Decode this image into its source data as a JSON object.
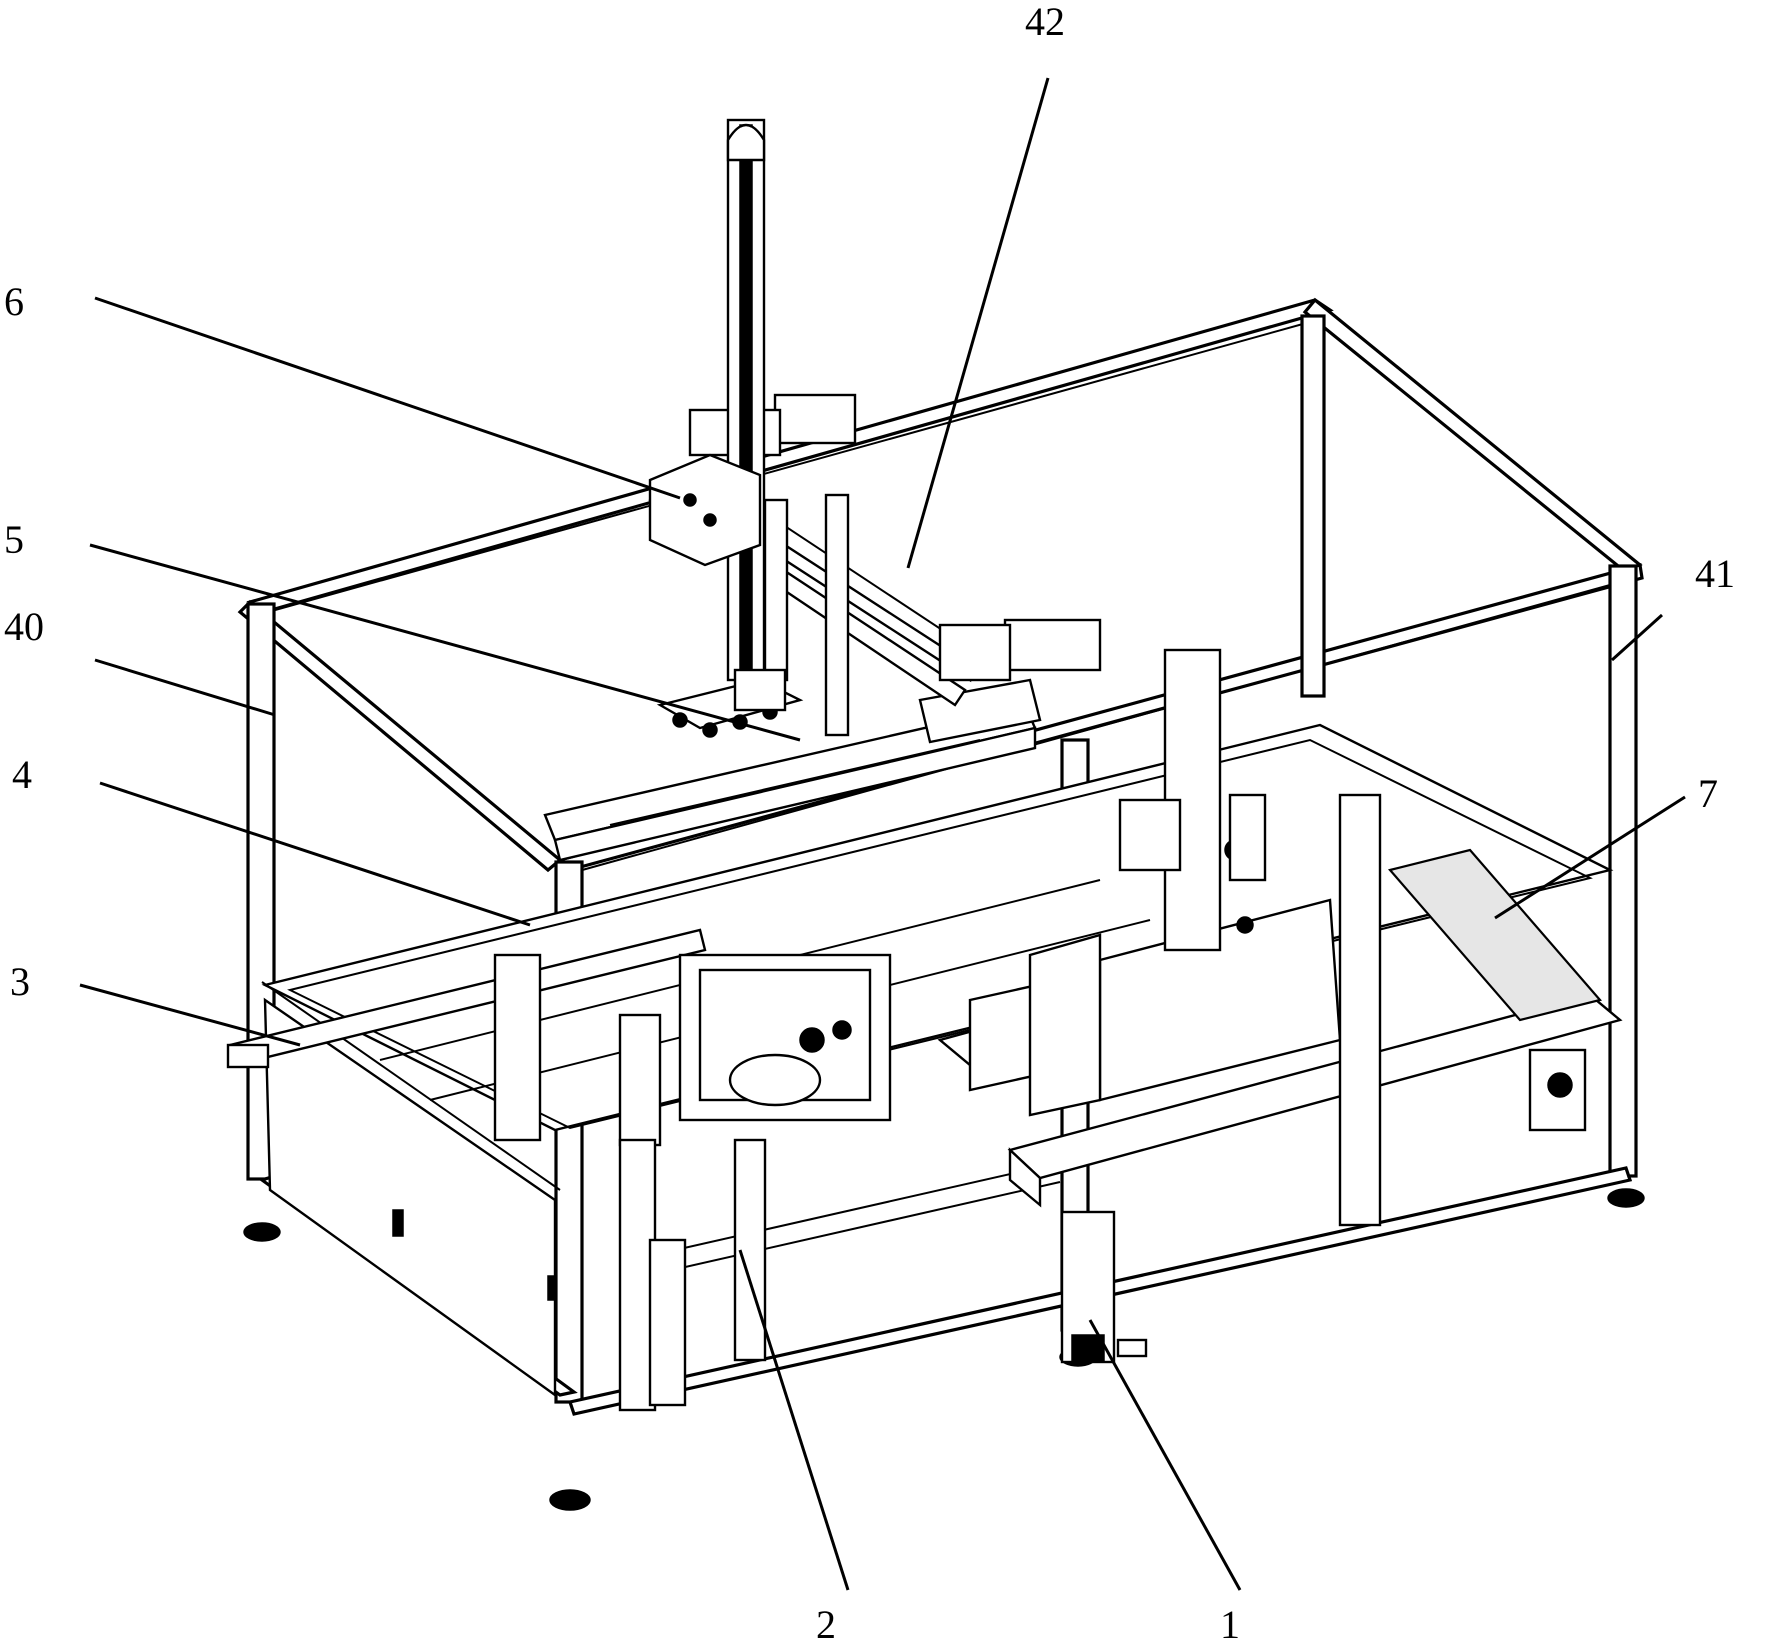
{
  "labels": {
    "l1": "1",
    "l2": "2",
    "l3": "3",
    "l4": "4",
    "l40": "40",
    "l41": "41",
    "l42": "42",
    "l5": "5",
    "l6": "6",
    "l7": "7"
  }
}
